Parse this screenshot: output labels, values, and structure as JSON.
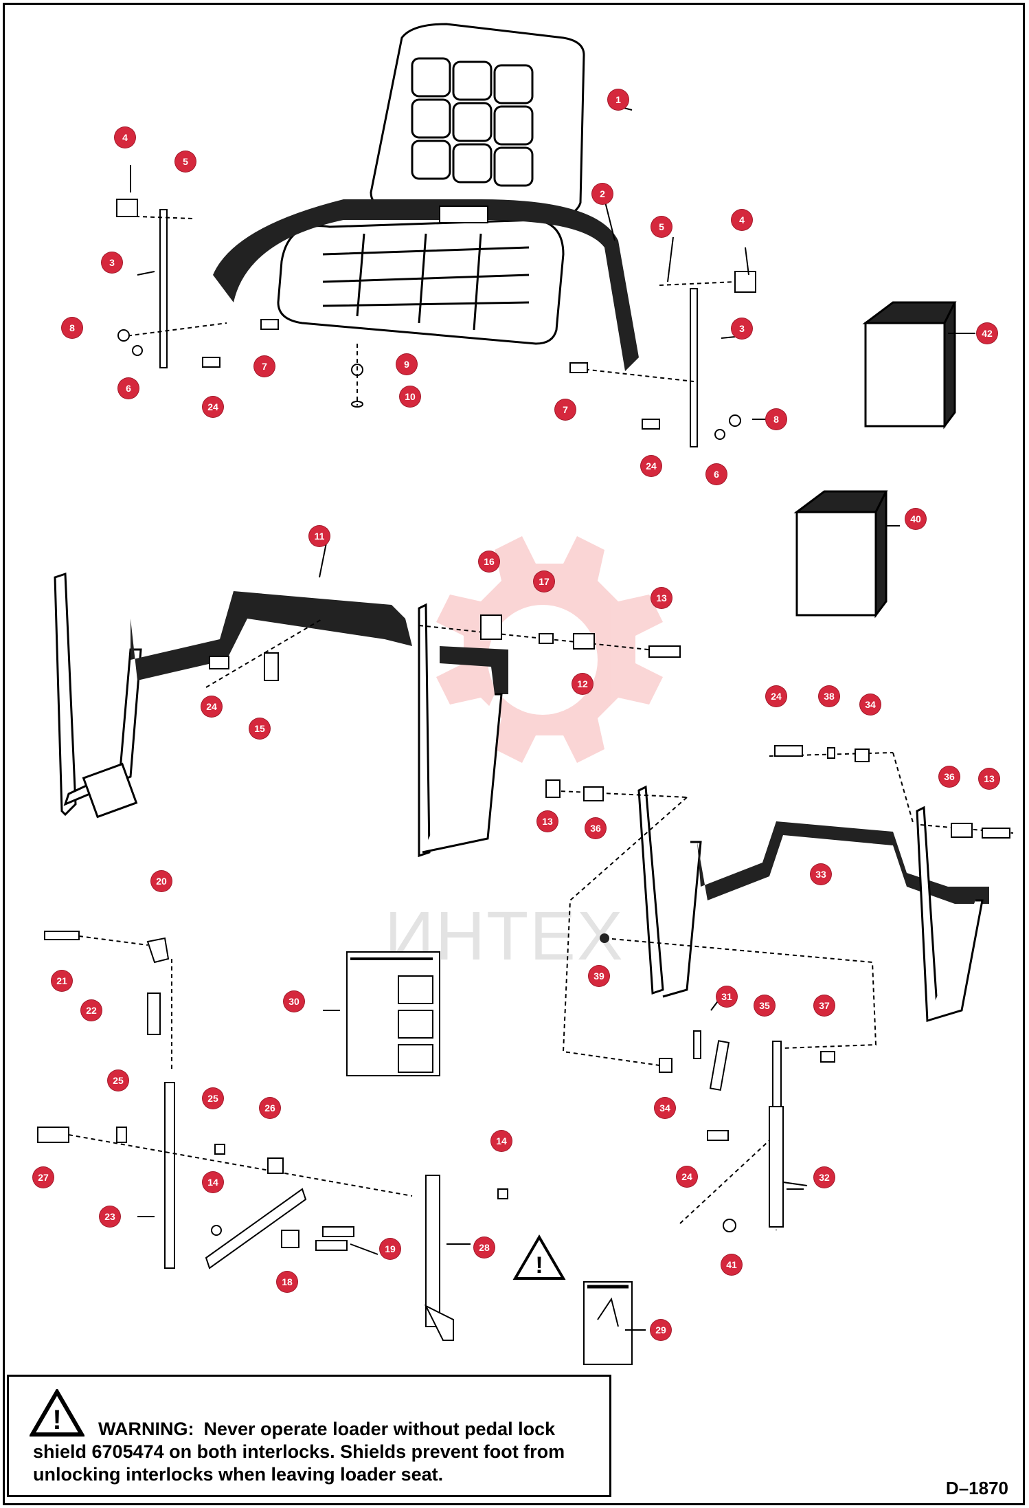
{
  "warning": {
    "label": "WARNING:",
    "text": "Never operate loader without pedal lock shield 6705474 on both interlocks.  Shields prevent foot from unlocking interlocks when leaving loader seat."
  },
  "diagram_id": "D–1870",
  "watermark": "ИНТЕХ",
  "callouts": [
    "1",
    "2",
    "3",
    "4",
    "5",
    "6",
    "7",
    "8",
    "9",
    "10",
    "11",
    "12",
    "13",
    "14",
    "15",
    "16",
    "17",
    "18",
    "19",
    "20",
    "21",
    "22",
    "23",
    "24",
    "25",
    "26",
    "27",
    "28",
    "29",
    "30",
    "31",
    "32",
    "33",
    "34",
    "35",
    "36",
    "37",
    "38",
    "39",
    "40",
    "41",
    "42"
  ],
  "colors": {
    "callout": "#d5283d",
    "line": "#000000",
    "watermark": "#f4c6c6"
  }
}
